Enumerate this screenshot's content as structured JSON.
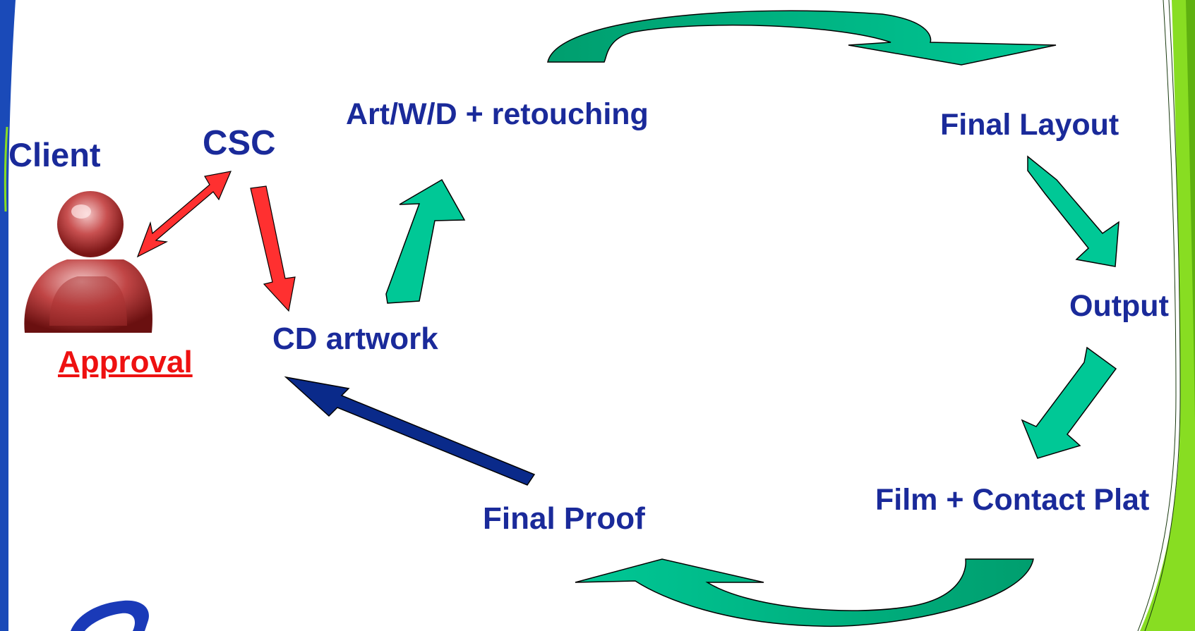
{
  "diagram": {
    "labels": {
      "client": "Client",
      "csc": "CSC",
      "art_wd": "Art/W/D + retouching",
      "final_layout": "Final Layout",
      "output": "Output",
      "film": "Film + Contact Plat",
      "final_proof": "Final Proof",
      "cd_artwork": "CD artwork",
      "approval": "Approval"
    },
    "icons": {
      "client": "user-icon",
      "logo": "logo-swoosh-icon"
    },
    "colors": {
      "label_blue": "#1a2a9a",
      "approval_red": "#ee1111",
      "arrow_green": "#00c896",
      "arrow_green_dark": "#009e6e",
      "arrow_red": "#ff3030",
      "arrow_blue": "#0a2a8a",
      "frame_green": "#88dd22",
      "frame_blue": "#1a5ac8"
    }
  }
}
